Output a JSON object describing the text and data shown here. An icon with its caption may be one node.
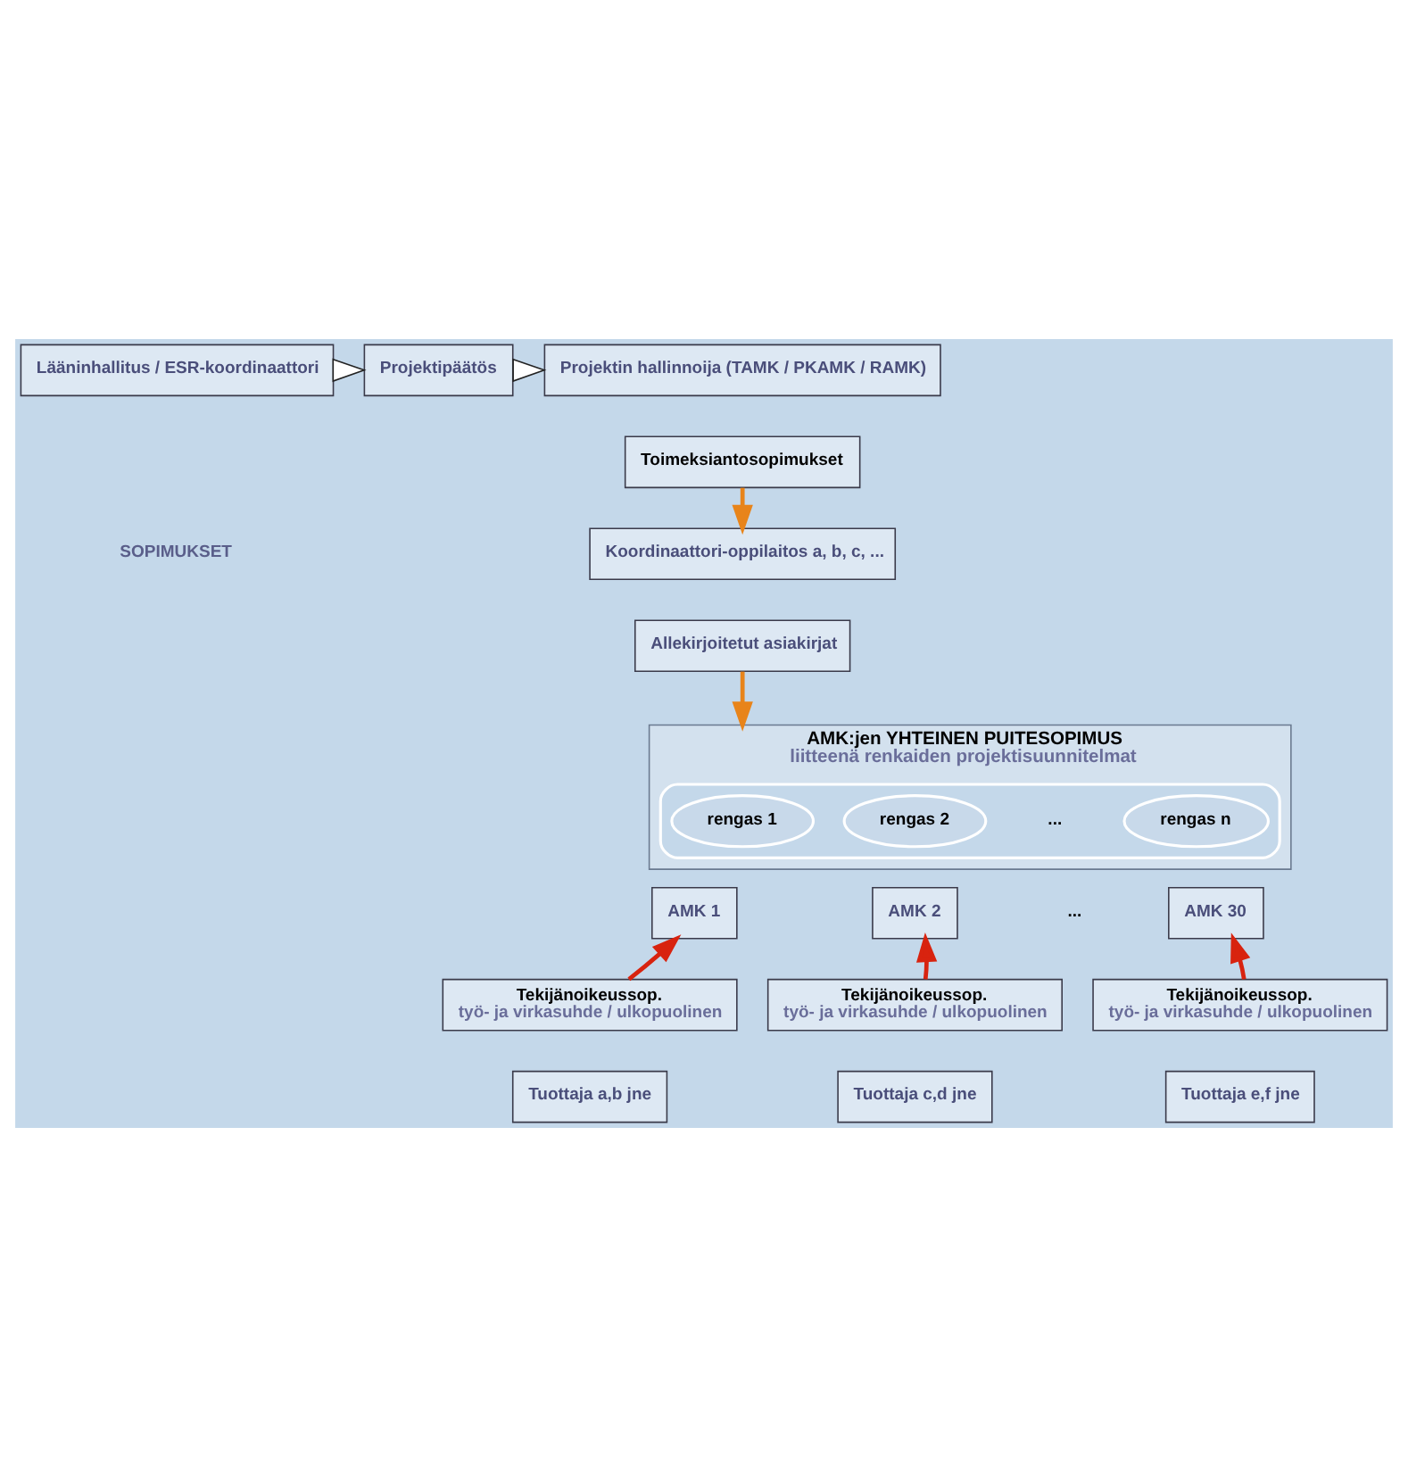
{
  "diagram": {
    "nodes": [
      {
        "text": [
          "Lääninhallitus / ESR-koordinaattori"
        ]
      },
      {
        "text": [
          "Projektipäätös"
        ]
      },
      {
        "text": [
          "Projektin hallinnoija (TAMK / PKAMK / RAMK)"
        ]
      },
      {
        "text": [
          "Toimeksiantosopimukset"
        ]
      },
      {
        "text": [
          "Koordinaattori-oppilaitos a, b, c, ..."
        ]
      },
      {
        "text": [
          "Allekirjoitetut asiakirjat"
        ]
      },
      {
        "text": [
          "AMK:jen YHTEINEN PUITESOPIMUS",
          "liitteenä renkaiden projektisuunnitelmat"
        ]
      },
      {
        "text": [],
        "shape": "ellipse",
        "in": 6
      },
      {
        "text": [
          "rengas 1"
        ],
        "in": 7
      },
      {
        "text": [
          "rengas 2"
        ],
        "in": 7
      },
      {
        "text": [
          "rengas n"
        ],
        "in": 7
      },
      {
        "text": [
          "AMK 1"
        ]
      },
      {
        "text": [
          "AMK 2"
        ]
      },
      {
        "text": [
          "AMK 30"
        ]
      },
      {
        "text": [
          "Tekijänoikeussop.",
          "työ- ja virkasuhde / ulkopuolinen"
        ]
      },
      {
        "text": [
          "Tekijänoikeussop.",
          "työ- ja virkasuhde / ulkopuolinen"
        ]
      },
      {
        "text": [
          "Tekijänoikeussop.",
          "työ- ja virkasuhde / ulkopuolinen"
        ]
      },
      {
        "text": [
          "Tuottaja a,b jne"
        ]
      },
      {
        "text": [
          "Tuottaja c,d jne"
        ]
      },
      {
        "text": [
          "Tuottaja e,f jne"
        ]
      }
    ],
    "edges": [
      {
        "from": 0,
        "to": 1,
        "arrow": "to",
        "color": "#ffffff"
      },
      {
        "from": 1,
        "to": 2,
        "arrow": "to",
        "color": "#ffffff"
      },
      {
        "from": 3,
        "to": 4,
        "arrow": "to",
        "color": "#e8841a"
      },
      {
        "from": 5,
        "to": 6,
        "arrow": "to",
        "color": "#e8841a"
      },
      {
        "from": 14,
        "to": 11,
        "arrow": "to",
        "color": "#d8230f"
      },
      {
        "from": 15,
        "to": 12,
        "arrow": "to",
        "color": "#d8230f"
      },
      {
        "from": 16,
        "to": 13,
        "arrow": "to",
        "color": "#d8230f"
      }
    ],
    "labels": [
      "SOPIMUKSET",
      "...",
      "..."
    ]
  }
}
